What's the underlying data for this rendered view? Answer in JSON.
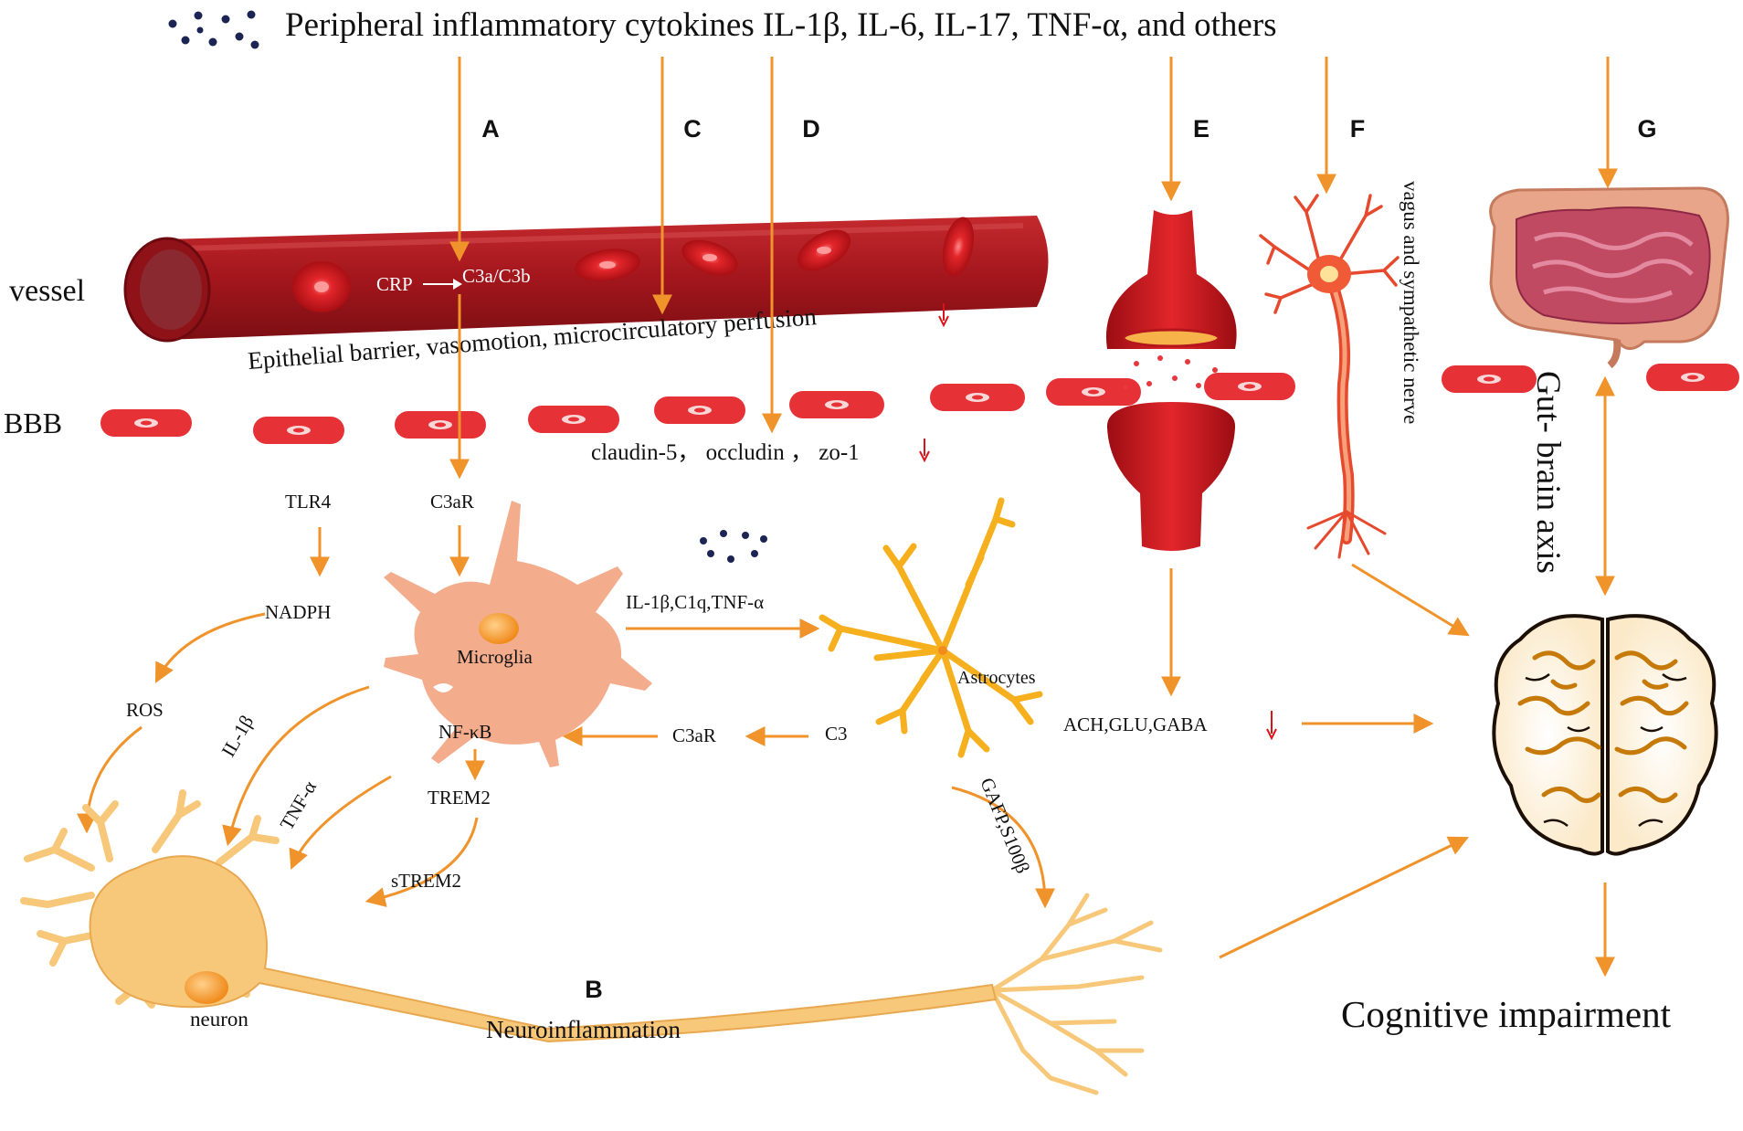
{
  "title": "Peripheral inflammatory cytokines  IL-1β, IL-6, IL-17, TNF-α, and others",
  "pathway_letters": {
    "a": "A",
    "b": "B",
    "c": "C",
    "d": "D",
    "e": "E",
    "f": "F",
    "g": "G"
  },
  "structures": {
    "vessel": "vessel",
    "bbb": "BBB",
    "nerve": "vagus and sympathetic nerve",
    "gut_brain_axis": "Gut- brain axis"
  },
  "vessel_text": {
    "crp": "CRP",
    "c3": "C3a/C3b",
    "barrier": "Epithelial barrier, vasomotion, microcirculatory perfusion"
  },
  "tight_junctions": "claudin-5，  occludin ，  zo-1",
  "cells": {
    "microglia": "Microglia",
    "astrocytes": "Astrocytes",
    "neuron": "neuron"
  },
  "molecules": {
    "tlr4": "TLR4",
    "c3ar_top": "C3aR",
    "nadph": "NADPH",
    "ros": "ROS",
    "il1b": "IL-1β",
    "tnfa": "TNF-α",
    "nfkb": "NF-κB",
    "trem2": "TREM2",
    "strem2": "sTREM2",
    "c3ar_bottom": "C3aR",
    "c3": "C3",
    "cytokines_mid": "IL-1β,C1q,TNF-α",
    "gafp": "GAFP,S100β",
    "neurotransmitters": "ACH,GLU,GABA"
  },
  "neuroinflammation": "Neuroinflammation",
  "outcome": "Cognitive impairment",
  "colors": {
    "arrow": "#f0932b",
    "vessel": "#a3161c",
    "rbc": "#d8151c",
    "down_arrow": "#d8151c",
    "neuron": "#f8c87a",
    "microglia": "#f4ad8c",
    "astrocyte": "#f6b01e",
    "dots": "#1b2452"
  }
}
